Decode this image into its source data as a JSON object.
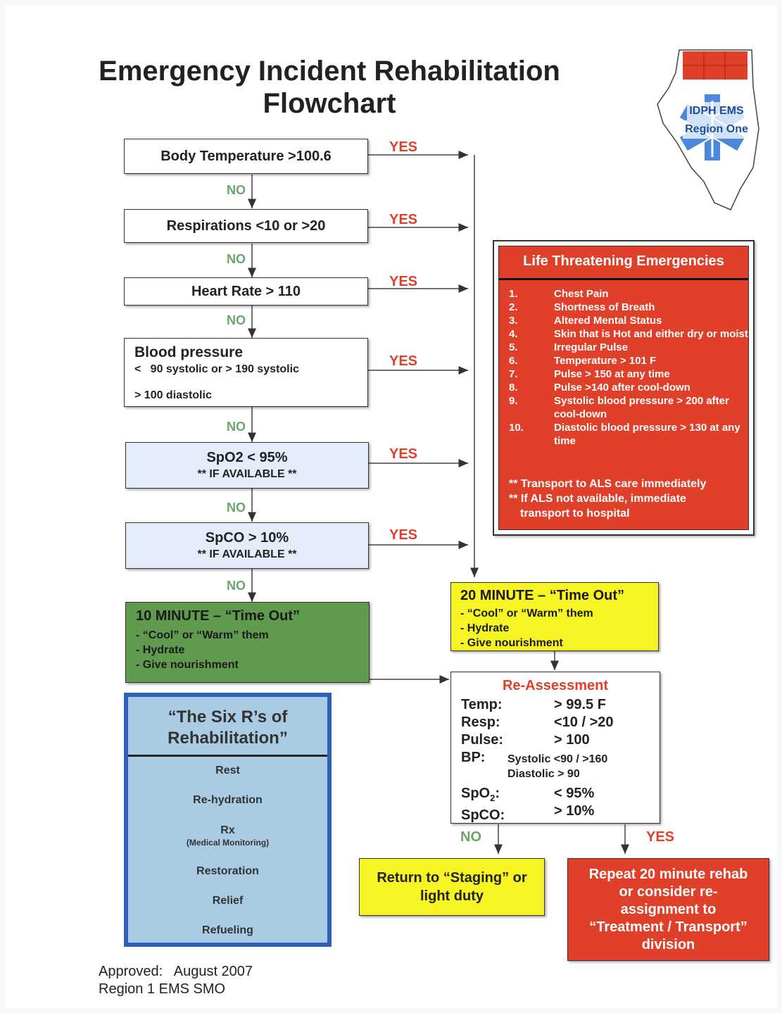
{
  "title": {
    "line1": "Emergency Incident Rehabilitation",
    "line2": "Flowchart"
  },
  "logo": {
    "line1": "IDPH EMS",
    "line2": "Region One"
  },
  "decisions": {
    "body_temp": "Body Temperature >100.6",
    "respirations": "Respirations <10 or >20",
    "heart_rate": "Heart Rate > 110",
    "bp_title": "Blood pressure",
    "bp_line1": "<   90 systolic or > 190 systolic",
    "bp_line2": "> 100 diastolic",
    "spo2": "SpO2 < 95%",
    "spo2_note": "** IF AVAILABLE **",
    "spco": "SpCO > 10%",
    "spco_note": "** IF AVAILABLE **"
  },
  "labels": {
    "yes": "YES",
    "no": "NO"
  },
  "ten_minute": {
    "title": "10 MINUTE – “Time Out”",
    "items": [
      "- “Cool” or “Warm” them",
      "- Hydrate",
      "- Give nourishment"
    ]
  },
  "twenty_minute": {
    "title": "20 MINUTE – “Time Out”",
    "items": [
      "- “Cool” or “Warm” them",
      "- Hydrate",
      "- Give nourishment"
    ]
  },
  "life_threatening": {
    "title": "Life Threatening Emergencies",
    "items": [
      {
        "num": "1.",
        "text": "Chest Pain"
      },
      {
        "num": "2.",
        "text": "Shortness of Breath"
      },
      {
        "num": "3.",
        "text": "Altered Mental Status"
      },
      {
        "num": "4.",
        "text": "Skin that is Hot and either dry or moist"
      },
      {
        "num": "5.",
        "text": "Irregular Pulse"
      },
      {
        "num": "6.",
        "text": "Temperature > 101 F"
      },
      {
        "num": "7.",
        "text": "Pulse > 150 at any time"
      },
      {
        "num": "8.",
        "text": "Pulse >140 after cool-down"
      },
      {
        "num": "9.",
        "text": "Systolic blood pressure > 200 after cool-down"
      },
      {
        "num": "10.",
        "text": "Diastolic blood pressure > 130 at any time"
      }
    ],
    "note1": "** Transport to ALS care immediately",
    "note2": "** If ALS not available, immediate",
    "note3": "transport to hospital"
  },
  "reassessment": {
    "title": "Re-Assessment",
    "temp_label": "Temp:",
    "temp_value": "> 99.5 F",
    "resp_label": "Resp:",
    "resp_value": "<10 / >20",
    "pulse_label": "Pulse:",
    "pulse_value": "> 100",
    "bp_label": "BP:",
    "bp_value1": "Systolic <90 / >160",
    "bp_value2": "Diastolic > 90",
    "spo2_label": "SpO",
    "spo2_sub": "2",
    "spo2_colon": ":",
    "spo2_value": "< 95%",
    "spco_label": "SpCO:",
    "spco_value": "> 10%"
  },
  "return_box": {
    "line1": "Return to “Staging” or",
    "line2": "light duty"
  },
  "repeat_box": {
    "line1": "Repeat 20 minute rehab",
    "line2": "or consider re-",
    "line3": "assignment to",
    "line4": "“Treatment / Transport”",
    "line5": "division"
  },
  "six_rs": {
    "title1": "“The Six R’s of",
    "title2": "Rehabilitation”",
    "items": [
      "Rest",
      "Re-hydration",
      "Rx",
      "Restoration",
      "Relief",
      "Refueling"
    ],
    "rx_note": "(Medical Monitoring)"
  },
  "footer": {
    "line1": "Approved:   August 2007",
    "line2": "Region 1 EMS SMO"
  },
  "colors": {
    "red": "#e0402a",
    "green": "#5f9a4f",
    "yellow": "#f7f424",
    "blue_border": "#2f5fb8",
    "light_blue": "#a9cbe3",
    "pale_blue": "#e3ecf8"
  }
}
